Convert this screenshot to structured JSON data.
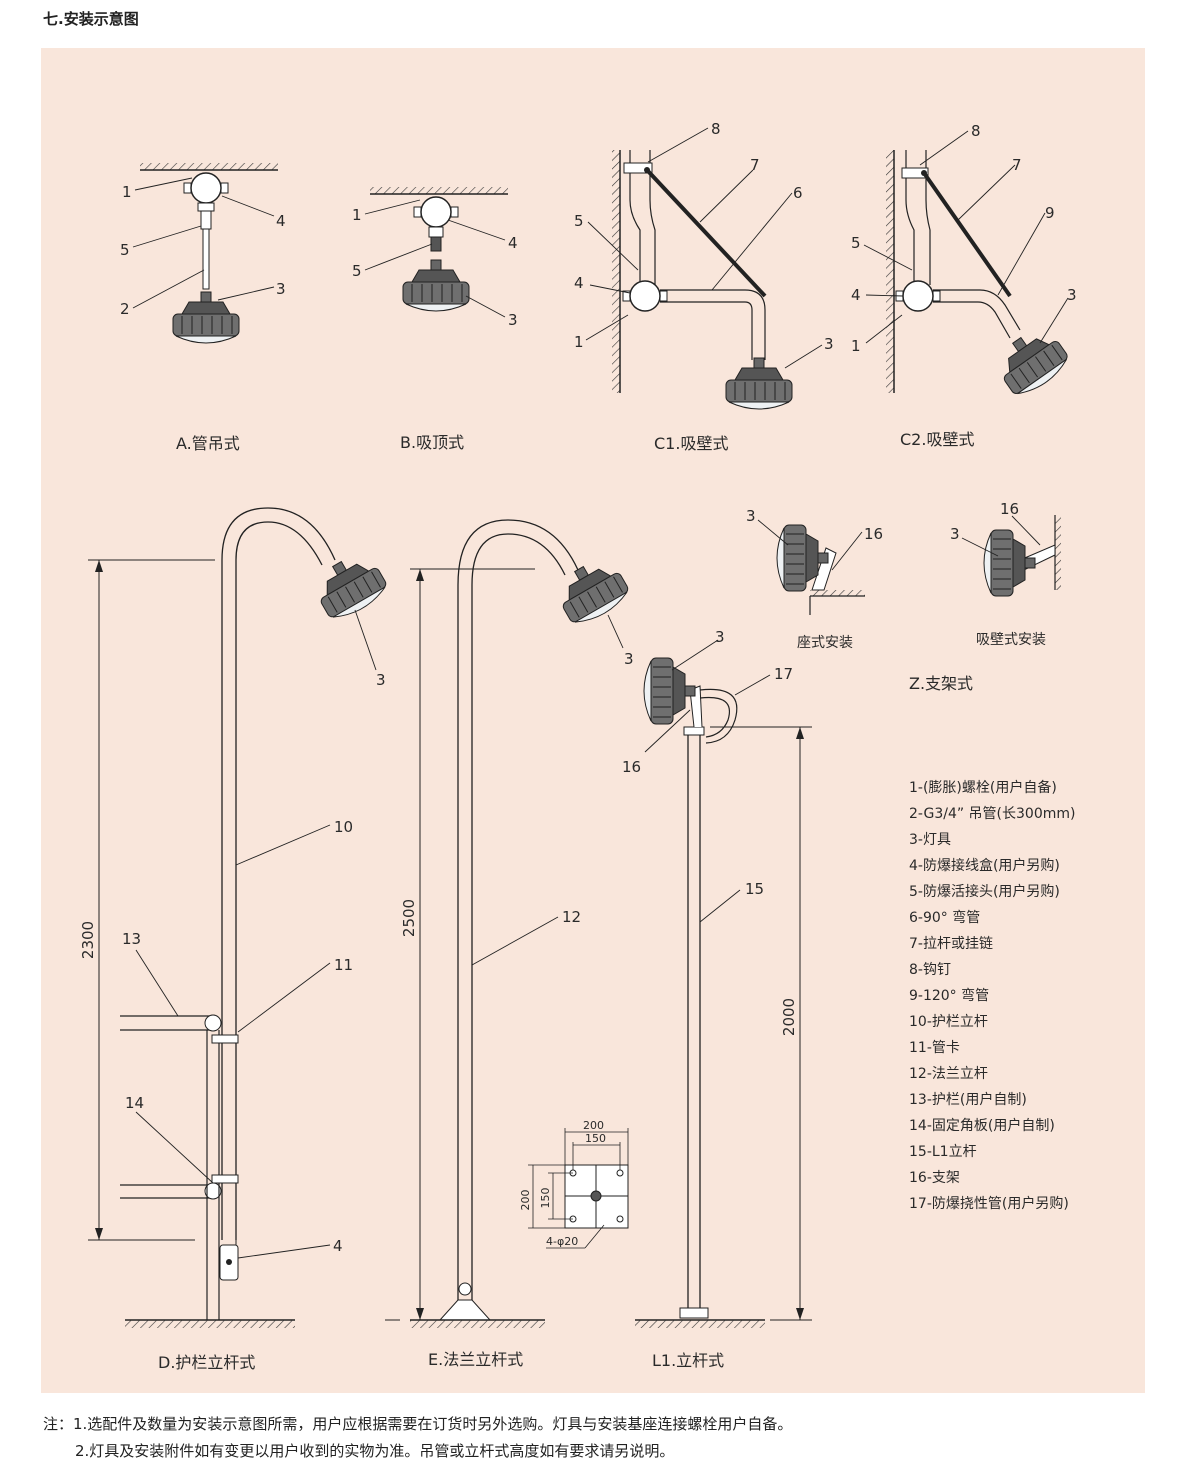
{
  "heading": "七.安装示意图",
  "captions": {
    "A": "A.管吊式",
    "B": "B.吸顶式",
    "C1": "C1.吸壁式",
    "C2": "C2.吸壁式",
    "D": "D.护栏立杆式",
    "E": "E.法兰立杆式",
    "L1": "L1.立杆式",
    "Z": "Z.支架式",
    "zuo": "座式安装",
    "xibi": "吸壁式安装"
  },
  "dimensions": {
    "D": "2300",
    "E": "2500",
    "L1": "2000",
    "flange_outer": "200",
    "flange_inner": "150",
    "flange_outer_v": "200",
    "flange_inner_v": "150",
    "holes": "4-φ20"
  },
  "callouts": [
    "1",
    "2",
    "3",
    "4",
    "5",
    "6",
    "7",
    "8",
    "9",
    "10",
    "11",
    "12",
    "13",
    "14",
    "15",
    "16",
    "17"
  ],
  "legend": [
    "1-(膨胀)螺栓(用户自备)",
    "2-G3/4” 吊管(长300mm)",
    "3-灯具",
    "4-防爆接线盒(用户另购)",
    "5-防爆活接头(用户另购)",
    "6-90° 弯管",
    "7-拉杆或挂链",
    "8-钩钉",
    "9-120° 弯管",
    "10-护栏立杆",
    "11-管卡",
    "12-法兰立杆",
    "13-护栏(用户自制)",
    "14-固定角板(用户自制)",
    "15-L1立杆",
    "16-支架",
    "17-防爆挠性管(用户另购)"
  ],
  "notes": {
    "line1": "注：1.选配件及数量为安装示意图所需，用户应根据需要在订货时另外选购。灯具与安装基座连接螺栓用户自备。",
    "line2": "2.灯具及安装附件如有变更以用户收到的实物为准。吊管或立杆式高度如有要求请另说明。"
  }
}
